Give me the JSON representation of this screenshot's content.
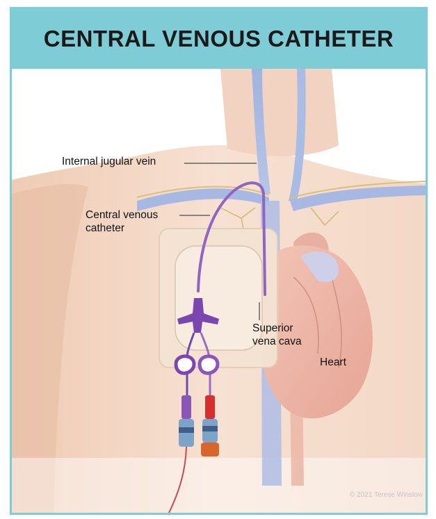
{
  "title": "CENTRAL VENOUS CATHETER",
  "labels": {
    "internal_jugular": "Internal jugular vein",
    "catheter_line1": "Central venous",
    "catheter_line2": "catheter",
    "svc_line1": "Superior",
    "svc_line2": "vena cava",
    "heart": "Heart"
  },
  "credit": "© 2021 Terese Winslow",
  "colors": {
    "frame": "#7ecdd6",
    "skin": "#f0cdb8",
    "vein": "#8ea6d8",
    "catheter": "#8a56b8",
    "heart": "#e8a79a",
    "red_cap": "#d92e2e"
  }
}
